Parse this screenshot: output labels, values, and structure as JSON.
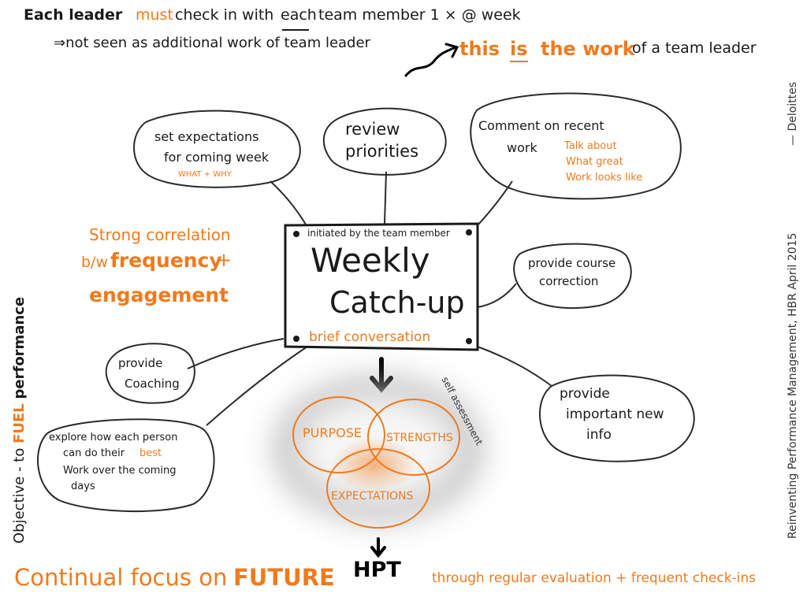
{
  "header": {
    "line1": {
      "part1": "Each leader",
      "part2": "must",
      "part3": "check in with",
      "part4": "each",
      "part5": "team member 1 × @ week"
    },
    "line2": {
      "part1": "⇒not seen as additional work of team leader"
    },
    "line3": {
      "part1": "this",
      "part2": "is",
      "part3": "the work",
      "part4": "of a team leader"
    }
  },
  "center": {
    "caption_top": "initiated by the team member",
    "title_line1": "Weekly",
    "title_line2": "Catch-up",
    "caption_bottom": "brief conversation"
  },
  "bubbles": {
    "expectations": {
      "line1": "set expectations",
      "line2": "for coming week",
      "note": "WHAT + WHY"
    },
    "priorities": {
      "line1": "review",
      "line2": "priorities"
    },
    "recent_work": {
      "line1": "Comment on recent",
      "line2": "work",
      "note1": "Talk about",
      "note2": "What great",
      "note3": "Work looks like"
    },
    "course_correction": {
      "line1": "provide course",
      "line2": "correction"
    },
    "coaching": {
      "line1": "provide",
      "line2": "Coaching"
    },
    "new_info": {
      "line1": "provide",
      "line2": "important new",
      "line3": "info"
    },
    "explore": {
      "line1": "explore how each person",
      "line2": "can do their",
      "line2b": "best",
      "line3": "Work over the coming",
      "line4": "days"
    }
  },
  "correlation": {
    "line1": "Strong correlation",
    "line2a": "b/w",
    "line2b": "frequency",
    "line2c": "+",
    "line3": "engagement"
  },
  "venn": {
    "purpose": "PURPOSE",
    "strengths": "STRENGTHS",
    "expectations": "EXPECTATIONS",
    "side_label": "self assessment"
  },
  "footer": {
    "left_a": "Continual focus on",
    "left_b": "FUTURE",
    "hpt": "HPT",
    "right": "through regular evaluation + frequent check-ins"
  },
  "side_left": {
    "part1": "Objective - to",
    "part2": "FUEL",
    "part3": "performance"
  },
  "side_right": {
    "source": "Reinventing Performance Management, HBR April 2015",
    "author": "— Deloittes"
  },
  "colors": {
    "accent": "#f07a1e",
    "ink": "#1a1a1a",
    "shadow": "#9a9a9a"
  },
  "icons": {
    "arrow_down": "arrow-down-icon",
    "squiggle_arrow": "squiggle-arrow-icon"
  }
}
